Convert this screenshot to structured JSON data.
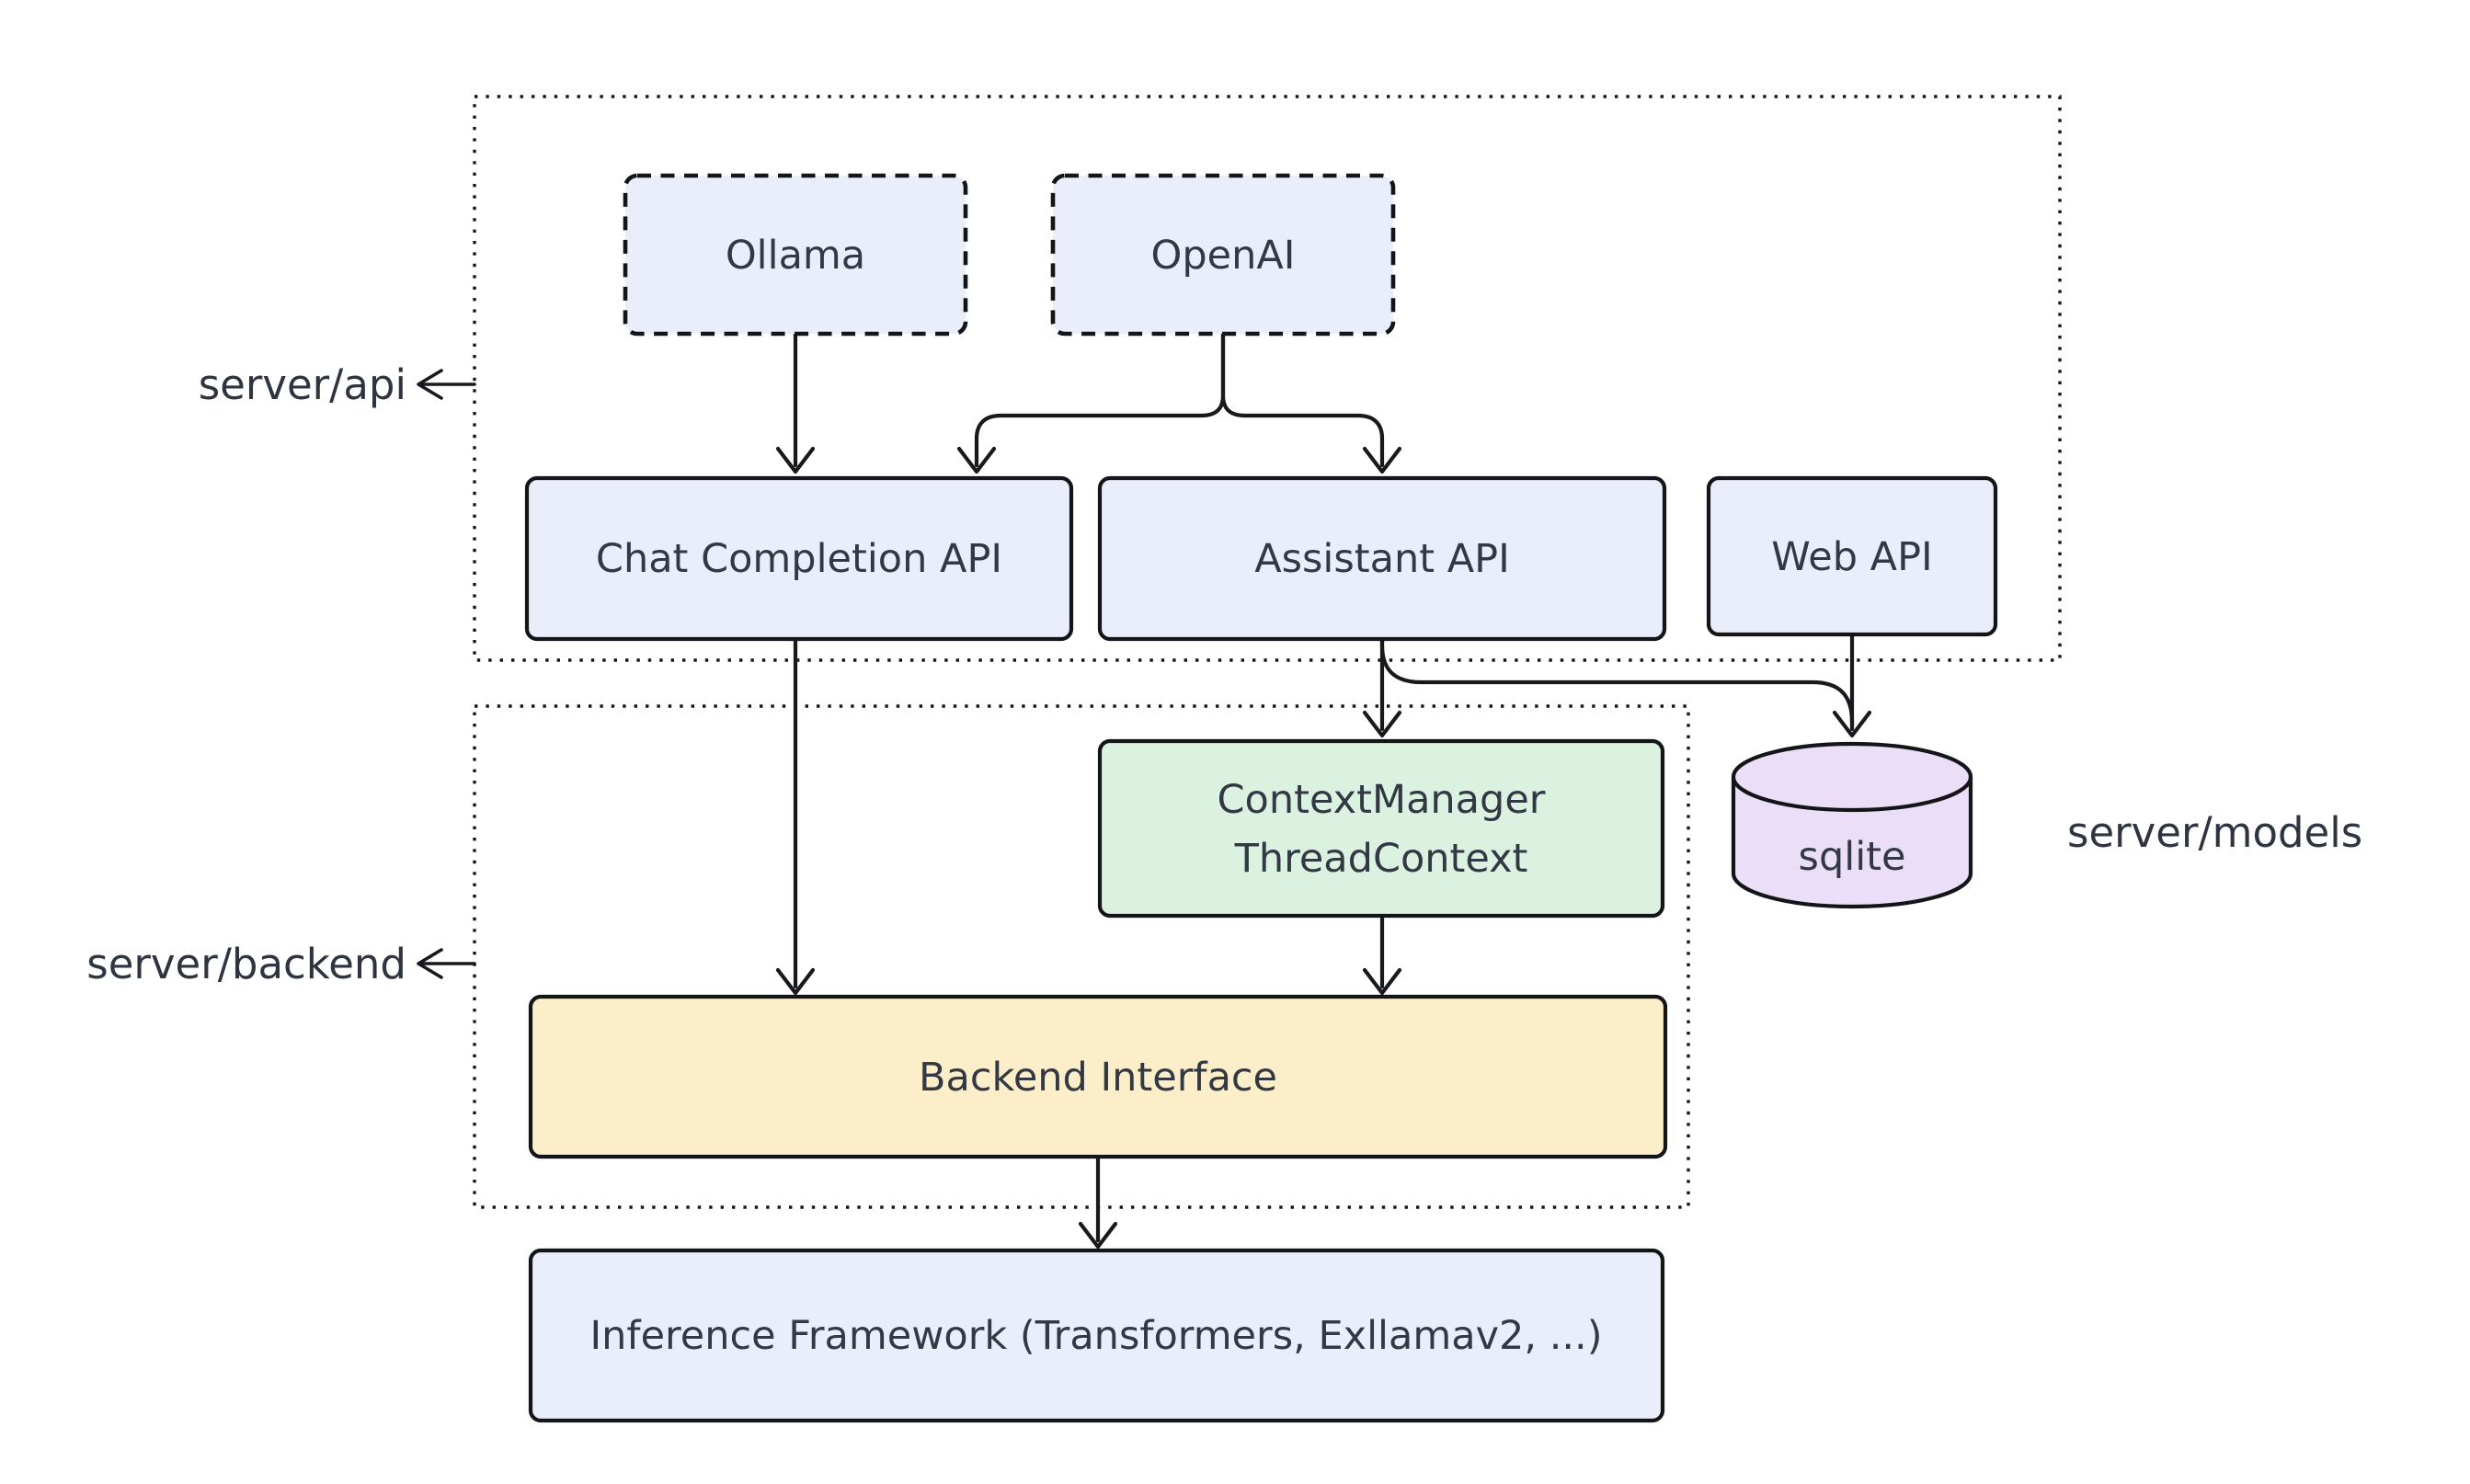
{
  "diagram": {
    "kind": "architecture-flowchart",
    "containers": {
      "api": {
        "label": "server/api"
      },
      "backend": {
        "label": "server/backend"
      },
      "models": {
        "label": "server/models"
      }
    },
    "nodes": {
      "ollama": {
        "label": "Ollama"
      },
      "openai": {
        "label": "OpenAI"
      },
      "chat_completion_api": {
        "label": "Chat Completion API"
      },
      "assistant_api": {
        "label": "Assistant API"
      },
      "web_api": {
        "label": "Web API"
      },
      "context_manager": {
        "line1": "ContextManager",
        "line2": "ThreadContext"
      },
      "backend_interface": {
        "label": "Backend Interface"
      },
      "inference_framework": {
        "label": "Inference Framework (Transformers, Exllamav2, ...)"
      },
      "sqlite": {
        "label": "sqlite"
      }
    },
    "edges": [
      {
        "from": "Ollama",
        "to": "Chat Completion API"
      },
      {
        "from": "OpenAI",
        "to": "Chat Completion API"
      },
      {
        "from": "OpenAI",
        "to": "Assistant API"
      },
      {
        "from": "Chat Completion API",
        "to": "Backend Interface"
      },
      {
        "from": "Assistant API",
        "to": "ContextManager ThreadContext"
      },
      {
        "from": "Assistant API",
        "to": "sqlite"
      },
      {
        "from": "Web API",
        "to": "sqlite"
      },
      {
        "from": "ContextManager ThreadContext",
        "to": "Backend Interface"
      },
      {
        "from": "Backend Interface",
        "to": "Inference Framework (Transformers, Exllamav2, ...)"
      }
    ],
    "colors": {
      "node_blue": "#e9eefa",
      "context_green": "#dbf2e1",
      "backend_yellow": "#fbeec9",
      "store_purple": "#eadef8",
      "stroke_dark": "#141518",
      "text_dark": "#333944",
      "background": "#ffffff"
    }
  }
}
